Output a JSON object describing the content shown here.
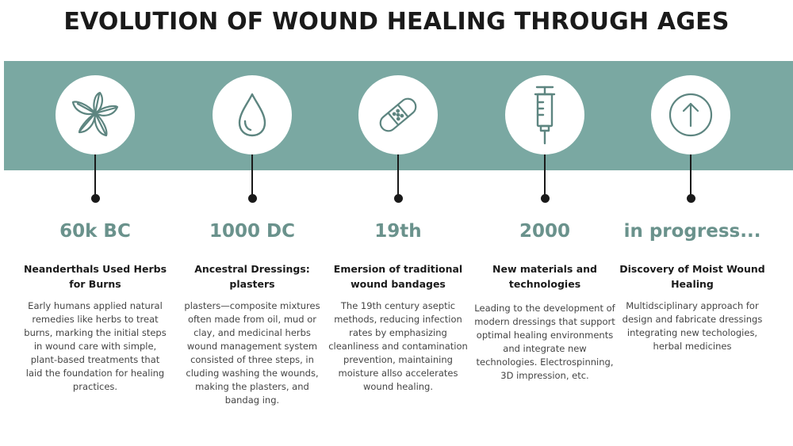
{
  "title": "EVOLUTION OF WOUND HEALING THROUGH AGES",
  "colors": {
    "band": "#7aa8a2",
    "era_text": "#6a928c",
    "icon_stroke": "#5d8580"
  },
  "stages": [
    {
      "icon": "herb-leaves-icon",
      "era": "60k BC",
      "heading": "Neanderthals Used Herbs for Burns",
      "description": "Early humans applied natural remedies like herbs to treat burns, marking the initial steps in wound care with simple, plant-based treatments that laid the foundation for healing practices."
    },
    {
      "icon": "water-drop-icon",
      "era": "1000 DC",
      "heading": "Ancestral Dressings: plasters",
      "description": "plasters—composite mixtures often made from oil, mud or clay, and medicinal herbs wound management system consisted of three steps, in cluding washing the wounds, making the plasters, and bandag ing."
    },
    {
      "icon": "bandage-icon",
      "era": "19th",
      "heading": "Emersion of traditional wound bandages",
      "description": "The 19th century aseptic methods, reducing infection rates by emphasizing cleanliness and contamination prevention, maintaining moisture allso accelerates wound healing."
    },
    {
      "icon": "syringe-icon",
      "era": "2000",
      "heading": "New materials and technologies",
      "description": "Leading to the development of modern dressings that support optimal healing environments and integrate new technologies. Electrospinning, 3D impression, etc."
    },
    {
      "icon": "arrow-up-circle-icon",
      "era": "in progress...",
      "heading": "Discovery of Moist Wound Healing",
      "description": "Multidsciplinary approach for design and fabricate dressings integrating new techologies, herbal medicines"
    }
  ]
}
